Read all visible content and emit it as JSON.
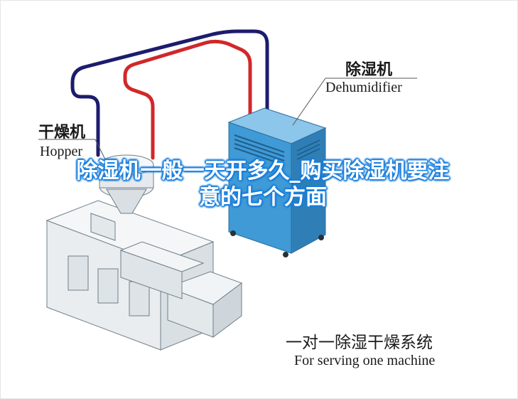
{
  "labels": {
    "dehumidifier_cn": "除湿机",
    "dehumidifier_en": "Dehumidifier",
    "hopper_cn": "干燥机",
    "hopper_en": "Hopper",
    "system_cn": "一对一除湿干燥系统",
    "system_en": "For serving one machine"
  },
  "overlay": {
    "title": "除湿机一般一天开多久_购买除湿机要注意的七个方面"
  },
  "colors": {
    "pipe_blue": "#1c1c6e",
    "pipe_red": "#d0282a",
    "machine_blue": "#3f9ad6",
    "overlay_outline": "#1e88e5"
  }
}
